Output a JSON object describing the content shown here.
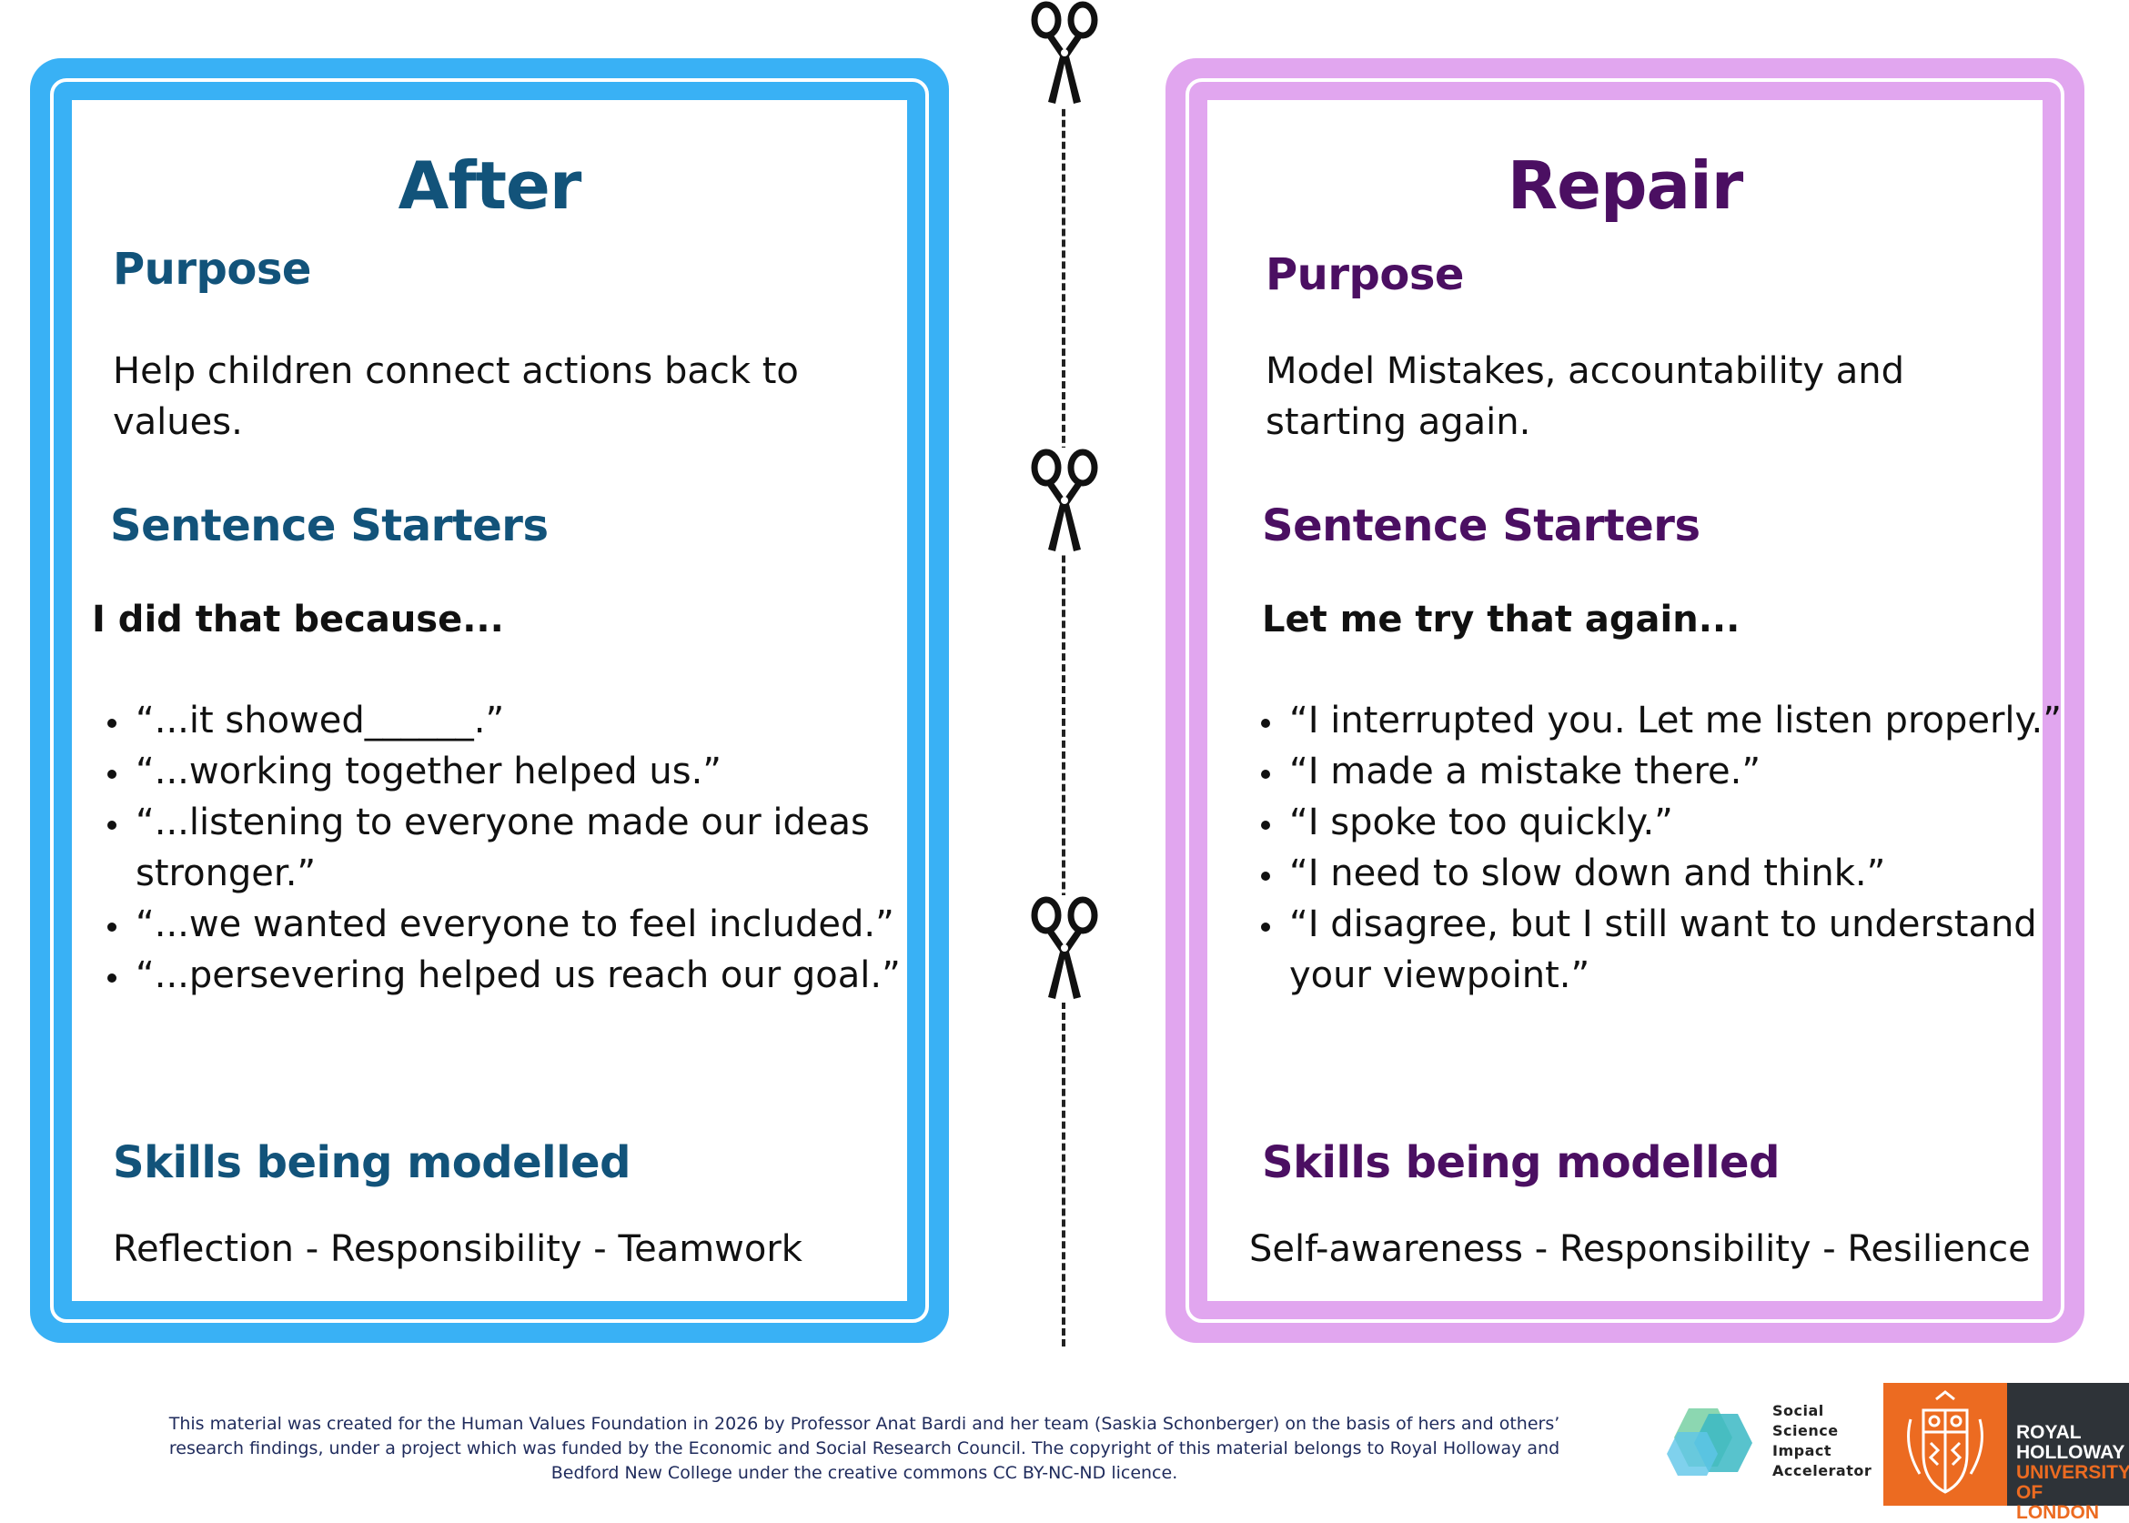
{
  "after_card": {
    "title": "After",
    "purpose_heading": "Purpose",
    "purpose_text": "Help children connect actions back to values.",
    "starters_heading": "Sentence Starters",
    "starter_lead": "I did that because...",
    "bullets": [
      "“...it showed______.”",
      "“...working together helped us.”",
      "“...listening to everyone made our ideas stronger.”",
      "“...we wanted everyone to feel included.”",
      "“...persevering helped us reach our goal.”"
    ],
    "skills_heading": "Skills being modelled",
    "skills_text": "Reflection - Responsibility - Teamwork",
    "border_color": "#39b1f5",
    "text_color": "#12537a"
  },
  "repair_card": {
    "title": "Repair",
    "purpose_heading": "Purpose",
    "purpose_text": "Model Mistakes, accountability and starting again.",
    "starters_heading": "Sentence Starters",
    "starter_lead": "Let me try that again...",
    "bullets": [
      "“I interrupted you. Let me listen properly.”",
      "“I made a mistake there.”",
      "“I spoke too quickly.”",
      "“I need to slow down and think.”",
      "“I disagree, but I still want to understand your viewpoint.”"
    ],
    "skills_heading": "Skills being modelled",
    "skills_text": "Self-awareness - Responsibility - Resilience",
    "border_color": "#e1a6ef",
    "text_color": "#4b0f62"
  },
  "cut_guide": {
    "icon": "scissors-icon",
    "count": 3
  },
  "footer": {
    "credit_text": "This material was created for the Human Values Foundation in 2026 by Professor Anat Bardi and her team (Saskia Schonberger) on the basis of hers and others’ research findings, under a project which was funded by the Economic and Social Research Council. The copyright of this material belongs to Royal Holloway and Bedford New College under the creative commons CC BY-NC-ND licence.",
    "ssia_logo_lines": [
      "Social",
      "Science",
      "Impact",
      "Accelerator"
    ],
    "rh_logo_lines": [
      "ROYAL",
      "HOLLOWAY",
      "UNIVERSITY",
      "OF LONDON"
    ],
    "rh_orange": "#ec6b21",
    "rh_dark": "#2e3338"
  }
}
